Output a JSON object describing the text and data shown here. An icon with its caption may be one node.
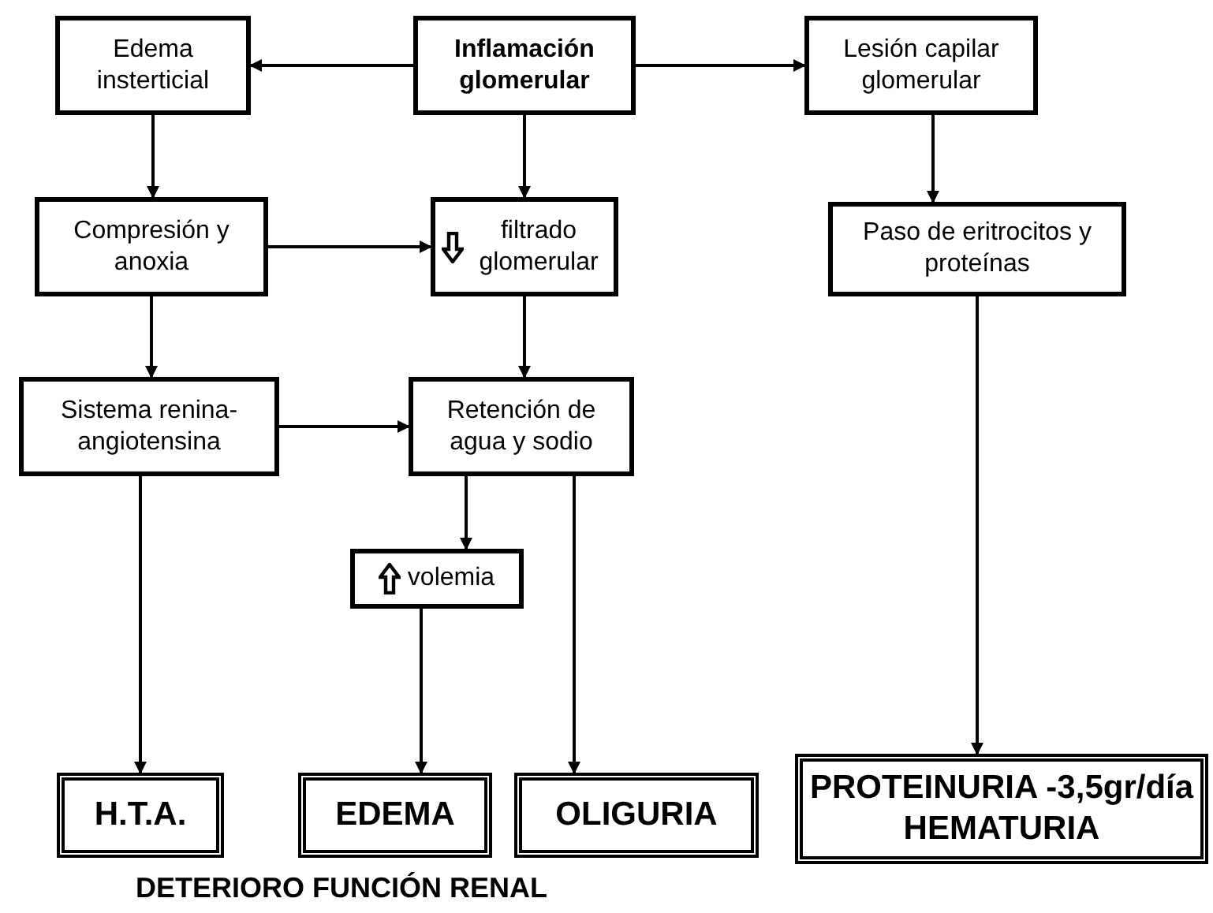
{
  "diagram": {
    "nodes": [
      {
        "text": [
          "Edema insterticial"
        ]
      },
      {
        "text": [
          "Inflamación glomerular"
        ]
      },
      {
        "text": [
          "Lesión capilar glomerular"
        ]
      },
      {
        "text": [
          "Compresión y anoxia"
        ]
      },
      {
        "text": [
          "filtrado glomerular"
        ]
      },
      {
        "text": [
          "Paso de eritrocitos y proteínas"
        ]
      },
      {
        "text": [
          "Sistema renina-angiotensina"
        ]
      },
      {
        "text": [
          "Retención de agua y sodio"
        ]
      },
      {
        "text": [
          "volemia"
        ]
      },
      {
        "text": [
          "H.T.A."
        ]
      },
      {
        "text": [
          "EDEMA"
        ]
      },
      {
        "text": [
          "OLIGURIA"
        ]
      },
      {
        "text": [
          "PROTEINURIA -3,5gr/día HEMATURIA"
        ]
      }
    ],
    "edges": [
      {
        "from": 1,
        "to": 0,
        "arrow": "to"
      },
      {
        "from": 1,
        "to": 2,
        "arrow": "to"
      },
      {
        "from": 0,
        "to": 3,
        "arrow": "to"
      },
      {
        "from": 1,
        "to": 4,
        "arrow": "to"
      },
      {
        "from": 2,
        "to": 5,
        "arrow": "to"
      },
      {
        "from": 3,
        "to": 4,
        "arrow": "to"
      },
      {
        "from": 3,
        "to": 6,
        "arrow": "to"
      },
      {
        "from": 4,
        "to": 7,
        "arrow": "to"
      },
      {
        "from": 6,
        "to": 7,
        "arrow": "to"
      },
      {
        "from": 7,
        "to": 8,
        "arrow": "to"
      },
      {
        "from": 7,
        "to": 11,
        "arrow": "to"
      },
      {
        "from": 6,
        "to": 9,
        "arrow": "to"
      },
      {
        "from": 8,
        "to": 10,
        "arrow": "to"
      },
      {
        "from": 5,
        "to": 12,
        "arrow": "to"
      }
    ],
    "labels": [
      "DETERIORO FUNCIÓN RENAL"
    ]
  }
}
